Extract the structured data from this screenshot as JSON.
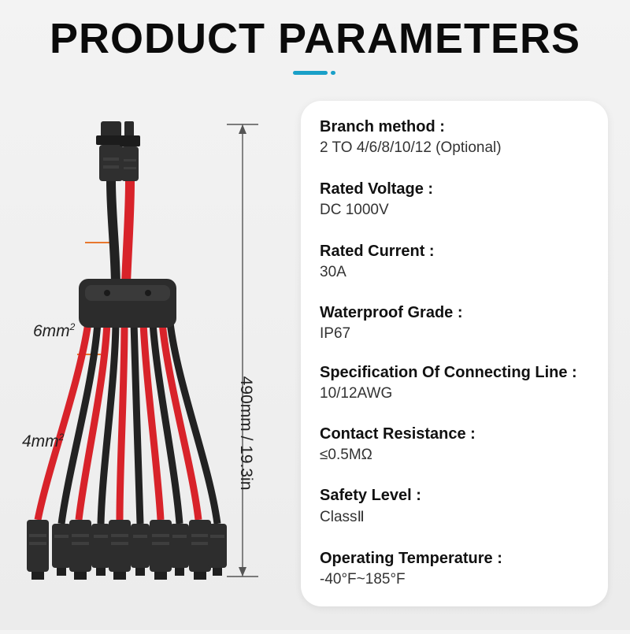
{
  "header": {
    "title": "PRODUCT PARAMETERS",
    "accent_color": "#1aa0c8"
  },
  "product_visual": {
    "length_label": "490mm / 19.3in",
    "main_wire_label": "6mm",
    "main_wire_exponent": "2",
    "branch_wire_label": "4mm",
    "branch_wire_exponent": "2",
    "wire_colors": {
      "red": "#d8232a",
      "black": "#222222"
    },
    "leader_color": "#e8772e"
  },
  "specs": [
    {
      "label": "Branch method :",
      "value": "2 TO 4/6/8/10/12 (Optional)"
    },
    {
      "label": "Rated Voltage :",
      "value": "DC 1000V"
    },
    {
      "label": "Rated Current :",
      "value": "30A"
    },
    {
      "label": "Waterproof Grade :",
      "value": "IP67"
    },
    {
      "label": "Specification Of Connecting Line  :",
      "value": "10/12AWG"
    },
    {
      "label": "Contact Resistance :",
      "value": "≤0.5MΩ"
    },
    {
      "label": "Safety Level :",
      "value": "ClassⅡ"
    },
    {
      "label": "Operating Temperature :",
      "value": "-40°F~185°F"
    }
  ]
}
